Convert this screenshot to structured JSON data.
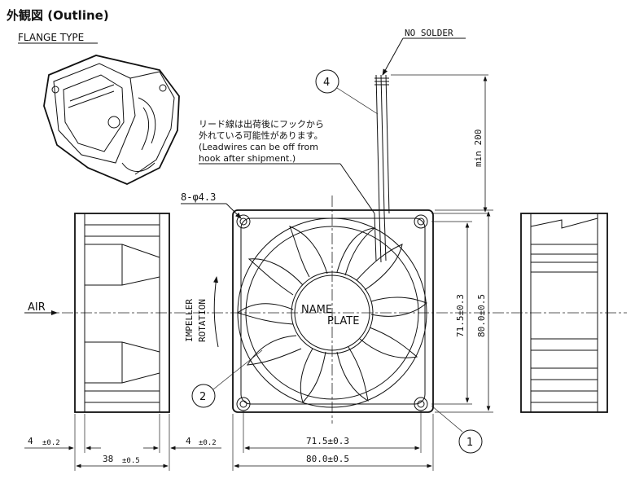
{
  "title": "外観図 (Outline)",
  "flange_type_label": "FLANGE TYPE",
  "no_solder_label": "NO SOLDER",
  "note": {
    "line1": "リード線は出荷後にフックから",
    "line2": "外れている可能性があります。",
    "line3": "(Leadwires can be off from",
    "line4": "hook after shipment.)"
  },
  "hole_label": "8-φ4.3",
  "air_label": "AIR",
  "rotation_label": {
    "line1": "IMPELLER",
    "line2": "ROTATION"
  },
  "nameplate_label": {
    "line1": "NAME",
    "line2": "PLATE"
  },
  "dims": {
    "lead_length": "min 200",
    "hole_pitch_vertical": "71.5±0.3",
    "overall_vertical": "80.0±0.5",
    "hole_pitch_horizontal": "71.5±0.3",
    "overall_horizontal": "80.0±0.5",
    "flange_left_value": "4",
    "flange_left_tol": "±0.2",
    "flange_right_value": "4",
    "flange_right_tol": "±0.2",
    "depth_value": "38",
    "depth_tol": "±0.5"
  },
  "balloons": [
    "4",
    "2",
    "1"
  ]
}
